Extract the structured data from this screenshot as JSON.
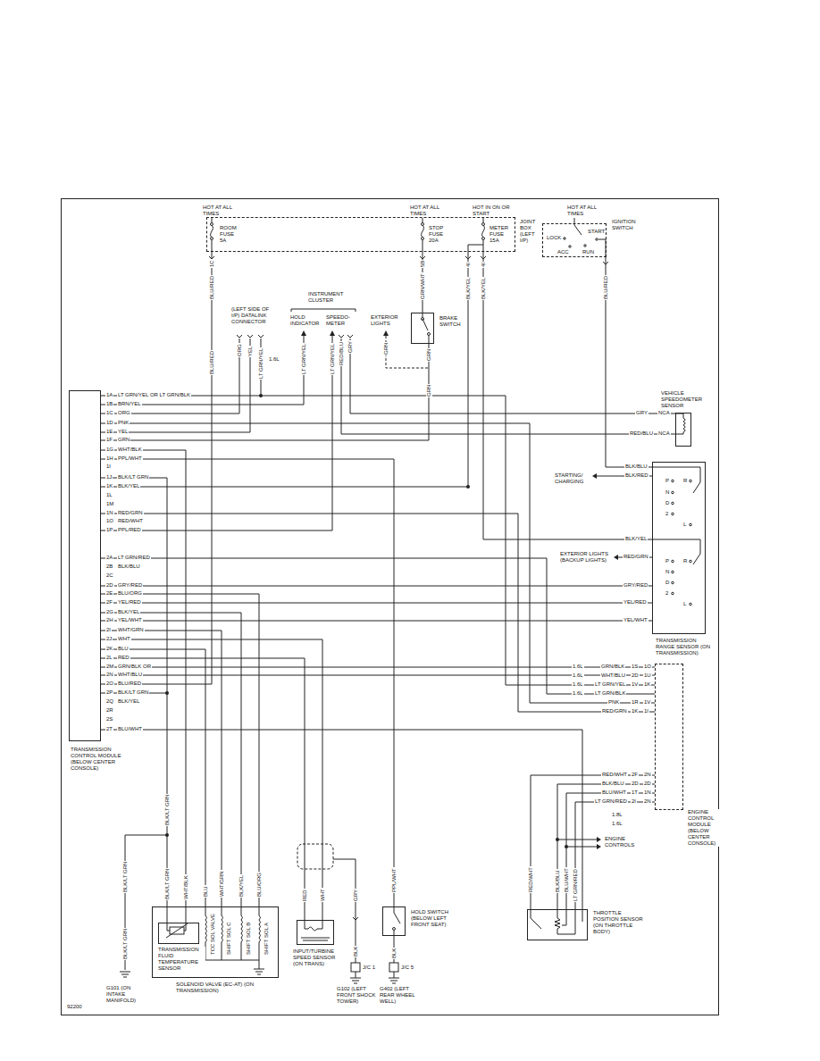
{
  "diagram": {
    "nodes": [
      {
        "text": [
          "JOINT BOX (LEFT I/P)"
        ]
      },
      {
        "text": [
          "IGNITION SWITCH"
        ]
      },
      {
        "text": [
          "BRAKE SWITCH"
        ]
      },
      {
        "text": [
          "VEHICLE SPEEDOMETER SENSOR"
        ]
      },
      {
        "text": [
          "TRANSMISSION CONTROL MODULE (BELOW CENTER CONSOLE)"
        ]
      },
      {
        "text": [
          "TRANSMISSION RANGE SENSOR (ON TRANSMISSION)"
        ]
      },
      {
        "text": [
          "ENGINE CONTROL MODULE (BELOW CENTER CONSOLE)"
        ]
      },
      {
        "text": [
          "SOLENOID VALVE (EC-AT) (ON TRANSMISSION)"
        ]
      },
      {
        "text": [
          "TRANSMISSION FLUID TEMPERATURE SENSOR"
        ],
        "in": 7
      },
      {
        "text": [
          "INPUT/TURBINE SPEED SENSOR (ON TRANS)"
        ]
      },
      {
        "text": [
          "HOLD SWITCH (BELOW LEFT FRONT SEAT)"
        ]
      },
      {
        "text": [
          "THROTTLE POSITION SENSOR (ON THROTTLE BODY)"
        ]
      }
    ],
    "edges": [
      {
        "from": 4,
        "to": 6,
        "arrow": "none"
      },
      {
        "from": 4,
        "to": 6,
        "arrow": "none"
      },
      {
        "from": 4,
        "to": 2,
        "arrow": "none"
      },
      {
        "from": 4,
        "to": 8,
        "arrow": "none"
      },
      {
        "from": 4,
        "to": 10,
        "arrow": "none"
      },
      {
        "from": 4,
        "to": 8,
        "arrow": "none"
      },
      {
        "from": 4,
        "to": 6,
        "arrow": "none"
      },
      {
        "from": 4,
        "to": 6,
        "arrow": "none"
      },
      {
        "from": 4,
        "to": 5,
        "arrow": "none"
      },
      {
        "from": 4,
        "to": 5,
        "arrow": "none"
      },
      {
        "from": 4,
        "to": 5,
        "arrow": "none"
      },
      {
        "from": 4,
        "to": 7,
        "arrow": "none"
      },
      {
        "from": 4,
        "to": 7,
        "arrow": "none"
      },
      {
        "from": 4,
        "to": 7,
        "arrow": "none"
      },
      {
        "from": 4,
        "to": 7,
        "arrow": "none"
      },
      {
        "from": 4,
        "to": 9,
        "arrow": "none"
      },
      {
        "from": 4,
        "to": 9,
        "arrow": "none"
      },
      {
        "from": 4,
        "to": 6,
        "arrow": "none"
      },
      {
        "from": 4,
        "to": 6,
        "arrow": "none"
      },
      {
        "from": 4,
        "to": 11,
        "arrow": "none"
      },
      {
        "from": 1,
        "to": 5,
        "arrow": "none"
      },
      {
        "from": 0,
        "to": 2,
        "arrow": "none"
      },
      {
        "from": 6,
        "to": 11,
        "arrow": "none"
      },
      {
        "from": 6,
        "to": 11,
        "arrow": "none"
      },
      {
        "from": 6,
        "to": 11,
        "arrow": "none"
      },
      {
        "from": 6,
        "to": 11,
        "arrow": "none"
      },
      {
        "from": 0,
        "to": 4,
        "arrow": "none"
      },
      {
        "from": 0,
        "to": 5,
        "arrow": "none"
      },
      {
        "from": 0,
        "to": 4,
        "arrow": "none"
      }
    ],
    "labels": [
      "HOT AT ALL TIMES",
      "ROOM FUSE 5A",
      "HOT AT ALL TIMES",
      "STOP FUSE 20A",
      "HOT IN ON OR START",
      "METER FUSE 15A",
      "HOT AT ALL TIMES",
      "LOCK",
      "ACC",
      "RUN",
      "START",
      "1C",
      "BLU/RED",
      "BLU/RED",
      "5B",
      "GRN/WHT",
      "4I",
      "BLK/YEL",
      "4I",
      "BLK/YEL",
      "BLU/RED",
      "(LEFT SIDE OF I/P) DATALINK CONNECTOR",
      "ORG",
      "YEL",
      "LT GRN/YEL",
      "1.6L",
      "INSTRUMENT CLUSTER",
      "HOLD INDICATOR",
      "SPEEDO-METER",
      "LT GRN/YEL",
      "LT GRN/YEL",
      "RED/BLU",
      "GRY",
      "EXTERIOR LIGHTS",
      "GRN",
      "GRN",
      "GRN",
      "1A",
      "LT GRN/YEL OR LT GRN/BLK",
      "1B",
      "BRN/YEL",
      "1C",
      "ORG",
      "1D",
      "PNK",
      "1E",
      "YEL",
      "1F",
      "GRN",
      "1G",
      "WHT/BLK",
      "1H",
      "PPL/WHT",
      "1I",
      "1J",
      "BLK/LT GRN",
      "1K",
      "BLK/YEL",
      "1L",
      "1M",
      "1N",
      "RED/GRN",
      "1O",
      "RED/WHT",
      "1P",
      "PPL/RED",
      "2A",
      "LT GRN/RED",
      "2B",
      "BLK/BLU",
      "2C",
      "2D",
      "GRY/RED",
      "2E",
      "BLU/ORG",
      "2F",
      "YEL/RED",
      "2G",
      "BLK/YEL",
      "2H",
      "YEL/WHT",
      "2I",
      "WHT/GRN",
      "2J",
      "WHT",
      "2K",
      "BLU",
      "2L",
      "RED",
      "2M",
      "GRN/BLK OR",
      "2N",
      "WHT/BLU",
      "2O",
      "BLU/RED",
      "2P",
      "BLK/LT GRN",
      "2Q",
      "BLK/YEL",
      "2R",
      "2S",
      "2T",
      "BLU/WHT",
      "GRY",
      "NCA",
      "RED/BLU",
      "NCA",
      "BLK/BLU",
      "BLK/RED",
      "STARTING/ CHARGING",
      "P",
      "R",
      "N",
      "D",
      "2",
      "L",
      "BLK/YEL",
      "EXTERIOR LIGHTS (BACKUP LIGHTS)",
      "RED/GRN",
      "P",
      "R",
      "N",
      "D",
      "2",
      "L",
      "GRY/RED",
      "YEL/RED",
      "YEL/WHT",
      "1.6L",
      "GRN/BLK",
      "1S",
      "1O",
      "1.6L",
      "WHT/BLU",
      "2D",
      "1U",
      "1.6L",
      "LT GRN/YEL",
      "1V",
      "1K",
      "1.6L",
      "LT GRN/BLK",
      "PNK",
      "1R",
      "1V",
      "RED/GRN",
      "1K",
      "1I",
      "RED/WHT",
      "2F",
      "2N",
      "BLK/BLU",
      "2D",
      "2D",
      "BLU/WHT",
      "1T",
      "1N",
      "LT GRN/RED",
      "2I",
      "2N",
      "1.8L",
      "1.6L",
      "ENGINE CONTROLS",
      "BLK/LT GRN",
      "BLK/LT GRN",
      "BLK/LT GRN",
      "BLK/LT GRN",
      "WHT/BLK",
      "BLU",
      "WHT/GRN",
      "BLK/YEL",
      "BLU/ORG",
      "TCC SOL VALVE",
      "SHIFT SOL C",
      "SHIFT SOL B",
      "SHIFT SOL A",
      "RED",
      "WHT",
      "GRY",
      "BLK",
      "J/C 1",
      "G102 (LEFT FRONT SHOCK TOWER)",
      "PPL/WHT",
      "BLK",
      "J/C 5",
      "G402 (LEFT REAR WHEEL WELL)",
      "G101 (ON INTAKE MANIFOLD)",
      "RED/WHT",
      "BLK/BLU",
      "BLU/WHT",
      "LT GRN/RED",
      "92200"
    ]
  }
}
